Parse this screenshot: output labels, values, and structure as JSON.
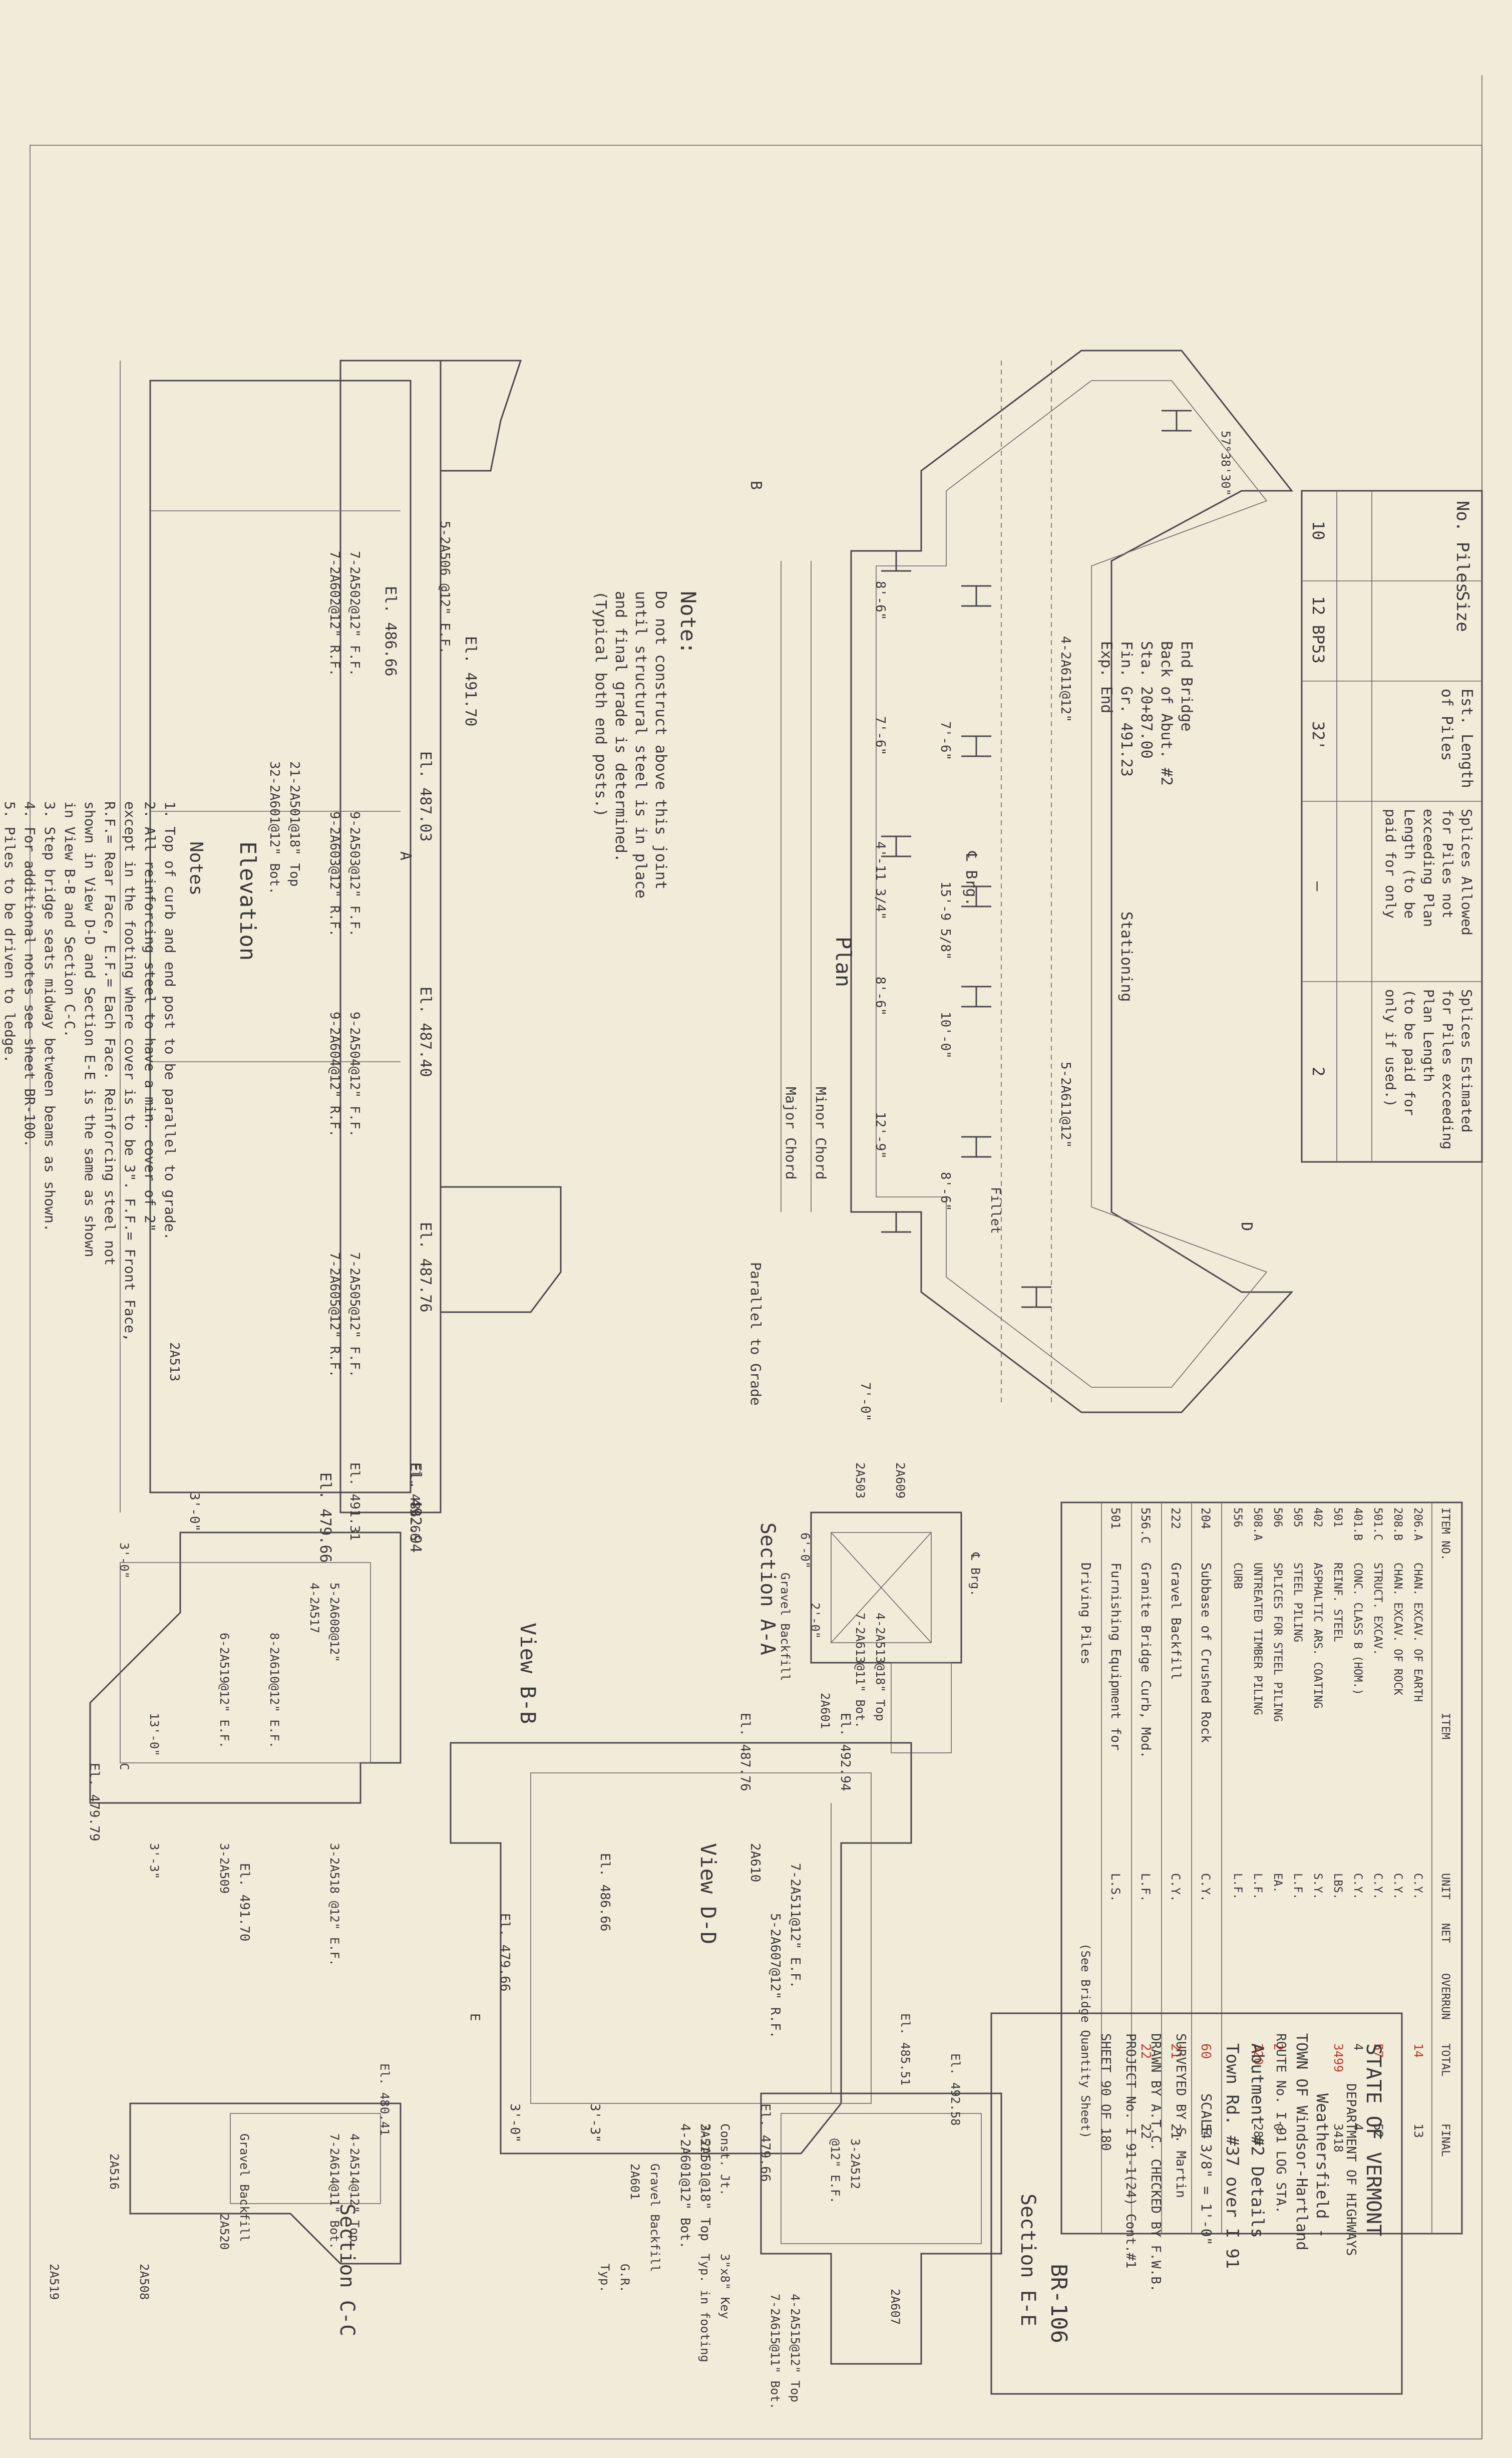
{
  "pile_table": {
    "headers": [
      "No. Piles",
      "Size",
      "Est. Length",
      "of Piles",
      "Splices Allowed",
      "for Piles not",
      "exceeding Plan",
      "Length (to be",
      "paid for only",
      "Splices Estimated",
      "for Piles exceeding",
      "Plan Length",
      "(to be paid for",
      "only if used.)"
    ],
    "row": [
      "10",
      "12 BP53",
      "32'",
      "—",
      "2"
    ]
  },
  "plan": {
    "title": "Plan",
    "end_bridge": [
      "End Bridge",
      "Back of Abut. #2",
      "Sta. 20+87.00",
      "Fin. Gr. 491.23",
      "Exp. End"
    ],
    "stationing": "Stationing",
    "minor_chord": "Minor Chord",
    "major_chord": "Major Chord",
    "parallel_to_grade": "Parallel to Grade",
    "angle": "57°38'30\"",
    "bars": [
      "4-2A611@12\"",
      "5-2A611@12\""
    ],
    "fillet": "Fillet",
    "dims": [
      "7'-6\"",
      "15'-9 5/8\"",
      "10'-0\"",
      "8'-6\"",
      "8'-6\"",
      "7'-6\"",
      "4'-11 3/4\"",
      "8'-6\"",
      "12'-9\"",
      "7'-0\""
    ],
    "cl_brg": "℄ Brg.",
    "markers": [
      "B",
      "D"
    ]
  },
  "note": {
    "title": "Note:",
    "lines": [
      "Do not construct above this joint",
      "until structural steel is in place",
      "and final grade is determined.",
      "(Typical both end posts.)"
    ]
  },
  "elevation": {
    "title": "Elevation",
    "els": [
      "El. 491.70",
      "El. 486.66",
      "El. 487.03",
      "El. 487.40",
      "El. 487.76",
      "El. 492.94",
      "El. 479.66"
    ],
    "bars": [
      "7-2A502@12\" F.F.",
      "7-2A602@12\" R.F.",
      "9-2A503@12\" F.F.",
      "9-2A603@12\" R.F.",
      "9-2A504@12\" F.F.",
      "9-2A604@12\" R.F.",
      "7-2A505@12\" F.F.",
      "7-2A605@12\" R.F.",
      "21-2A501@18\" Top",
      "32-2A601@12\" Bot.",
      "5-2A506 @12\" E.F.",
      "2A513"
    ],
    "dim": "3'-0\"",
    "marker": "A"
  },
  "notes": {
    "title": "Notes",
    "lines": [
      "1. Top of curb and end post to be parallel to grade.",
      "2. All reinforcing steel to have a min. cover of 2\"",
      "except in the footing where cover is to be 3\". F.F.= Front Face,",
      "R.F.= Rear Face, E.F.= Each Face. Reinforcing steel not",
      "shown in View D-D and Section E-E is the same as shown",
      "in View B-B and Section C-C.",
      "3. Step bridge seats midway between beams as shown.",
      "4. For additional notes see sheet BR-100.",
      "5. Piles to be driven to ledge."
    ]
  },
  "quantities": {
    "headers": [
      "ITEM NO.",
      "ITEM",
      "UNIT",
      "NET",
      "OVERRUN",
      "TOTAL",
      "FINAL"
    ],
    "rows": [
      {
        "no": "206.A",
        "item": "CHAN. EXCAV. OF EARTH",
        "unit": "C.Y.",
        "total": "14",
        "final": "13"
      },
      {
        "no": "208.B",
        "item": "CHAN. EXCAV. OF ROCK",
        "unit": "C.Y."
      },
      {
        "no": "501.C",
        "item": "STRUCT. EXCAV.",
        "unit": "C.Y.",
        "total": "57",
        "final": "52"
      },
      {
        "no": "401.B",
        "item": "CONC. CLASS B (HOM.)",
        "unit": "C.Y.",
        "total": "4",
        "final": "4"
      },
      {
        "no": "501",
        "item": "REINF. STEEL",
        "unit": "LBS.",
        "total": "3499",
        "final": "3418"
      },
      {
        "no": "402",
        "item": "ASPHALTIC ARS. COATING",
        "unit": "S.Y."
      },
      {
        "no": "505",
        "item": "STEEL PILING",
        "unit": "L.F."
      },
      {
        "no": "506",
        "item": "SPLICES FOR STEEL PILING",
        "unit": "EA.",
        "total": "2",
        "final": "0"
      },
      {
        "no": "508.A",
        "item": "UNTREATED TIMBER PILING",
        "unit": "L.F.",
        "total": "320",
        "final": "289"
      },
      {
        "no": "556",
        "item": "CURB",
        "unit": "L.F."
      },
      {
        "no": "204",
        "item": "Subbase of Crushed Rock",
        "unit": "C.Y.",
        "total": "60",
        "final": "54"
      },
      {
        "no": "222",
        "item": "Gravel Backfill",
        "unit": "C.Y.",
        "total": "21",
        "final": "21"
      },
      {
        "no": "556.C",
        "item": "Granite Bridge Curb, Mod.",
        "unit": "L.F.",
        "total": "22",
        "final": "22"
      },
      {
        "no": "501",
        "item": "Furnishing Equipment for",
        "unit": "L.S.",
        "total": "",
        "final": ""
      },
      {
        "no": "",
        "item": "Driving Piles",
        "unit": "",
        "note": "(See Bridge Quantity Sheet)",
        "item_cont": ""
      }
    ]
  },
  "section_aa": {
    "title": "Section A-A",
    "labels": [
      "℄ Brg.",
      "2A609",
      "2A503",
      "4-2A513@18\" Top",
      "7-2A613@11\" Bot.",
      "2'-0\"",
      "6'-0\"",
      "2A601",
      "Gravel Backfill"
    ]
  },
  "view_dd": {
    "title": "View D-D",
    "labels": [
      "El. 487.76",
      "El. 492.94",
      "El. 486.66",
      "El. 479.66",
      "7-2A511@12\" E.F.",
      "5-2A607@12\" R.F.",
      "3-2A501@18\" Top",
      "4-2A601@12\" Bot.",
      "2A610",
      "3'-3\"",
      "3'-0\"",
      "E"
    ]
  },
  "view_bb": {
    "title": "View B-B",
    "labels": [
      "El. 486.66",
      "El. 491.31",
      "El. 479.79",
      "El. 491.70",
      "El. 479.66",
      "5-2A608@12\"",
      "4-2A517",
      "8-2A610@12\" E.F.",
      "6-2A519@12\" E.F.",
      "3-2A518 @12\" E.F.",
      "3-2A509",
      "13'-0\"",
      "3'-3\"",
      "3'-0\"",
      "C"
    ]
  },
  "section_cc": {
    "title": "Section C-C",
    "labels": [
      "El. 480.41",
      "4-2A514@12\" Top",
      "7-2A614@11\" Bot.",
      "Gravel Backfill",
      "2A520",
      "2A508",
      "2A516",
      "2A519"
    ]
  },
  "section_ee": {
    "title": "Section E-E",
    "labels": [
      "El. 485.51",
      "El. 492.58",
      "3-2A512",
      "@12\" E.F.",
      "2A607",
      "4-2A515@12\" Top",
      "7-2A615@11\" Bot.",
      "Const. Jt.",
      "2A511",
      "3\"x8\" Key",
      "Typ. in footing",
      "Gravel Backfill",
      "2A601",
      "G.R.",
      "Typ."
    ]
  },
  "title_block": {
    "state": "STATE OF VERMONT",
    "department": "DEPARTMENT OF HIGHWAYS",
    "project_name": "Weathersfield -",
    "town": "TOWN OF Windsor-Hartland",
    "route": "ROUTE No. I-91   LOG STA.",
    "title_1": "Abutment #2 Details",
    "title_2": "Town Rd. #37 over I 91",
    "scale": "SCALE 3/8\" = 1'-0\"",
    "surveyed_by": "SURVEYED BY S. Martin",
    "drawn_by": "DRAWN BY A.T.C.  CHECKED BY F.W.B.",
    "project_no": "PROJECT No. I 91-1(24) Cont.#1",
    "sheet": "SHEET 90 OF 180",
    "drawing_no": "BR-106"
  }
}
